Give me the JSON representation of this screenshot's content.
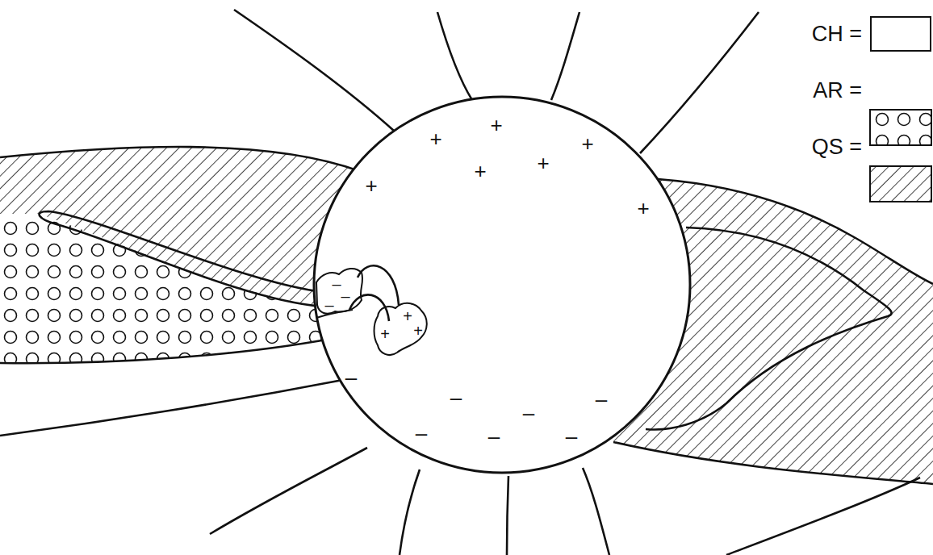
{
  "diagram": {
    "labels": [
      "+",
      "+",
      "+",
      "+",
      "+",
      "+",
      "+",
      "+",
      "+",
      "+",
      "–",
      "–",
      "–",
      "–",
      "–",
      "–",
      "–",
      "–",
      "–",
      "–"
    ],
    "legend": [
      {
        "text": "CH =",
        "color": "#ffffff"
      },
      {
        "text": "AR ="
      },
      {
        "text": "QS ="
      }
    ]
  }
}
